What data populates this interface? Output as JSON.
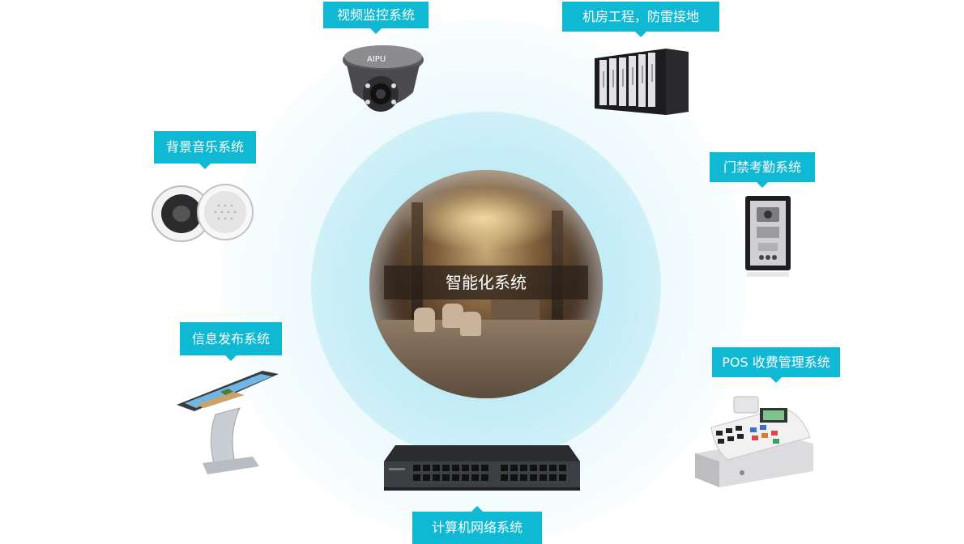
{
  "center": {
    "label": "智能化系统"
  },
  "systems": {
    "video": {
      "label": "视频监控系统",
      "device_brand": "AIPU"
    },
    "server": {
      "label": "机房工程，防雷接地"
    },
    "music": {
      "label": "背景音乐系统"
    },
    "access": {
      "label": "门禁考勤系统"
    },
    "info": {
      "label": "信息发布系统"
    },
    "pos": {
      "label": "POS 收费管理系统"
    },
    "network": {
      "label": "计算机网络系统"
    }
  },
  "colors": {
    "accent": "#0fb8d3",
    "halo": "#c9eef6"
  }
}
